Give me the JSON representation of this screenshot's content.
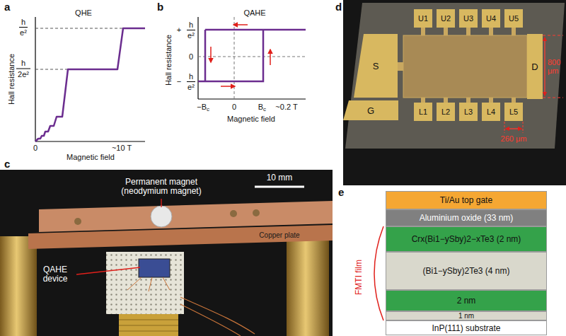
{
  "diagram": {
    "nodes": [
      {
        "text": [
          "U1"
        ]
      },
      {
        "text": [
          "U2"
        ]
      },
      {
        "text": [
          "U3"
        ]
      },
      {
        "text": [
          "U4"
        ]
      },
      {
        "text": [
          "U5"
        ]
      },
      {
        "text": [
          "S"
        ]
      },
      {
        "text": [
          "D"
        ]
      },
      {
        "text": [
          "G"
        ]
      },
      {
        "text": [
          "L1"
        ]
      },
      {
        "text": [
          "L2"
        ]
      },
      {
        "text": [
          "L3"
        ]
      },
      {
        "text": [
          "L4"
        ]
      },
      {
        "text": [
          "L5"
        ]
      },
      {
        "text": [
          "Ti/Au top gate"
        ]
      },
      {
        "text": [
          "Aluminium oxide (33 nm)"
        ]
      },
      {
        "text": [
          "Crx(Bi1−ySby)2−xTe3 (2 nm)"
        ]
      },
      {
        "text": [
          "(Bi1−ySby)2Te3 (4 nm)"
        ]
      },
      {
        "text": [
          "2 nm"
        ]
      },
      {
        "text": [
          "1 nm"
        ]
      },
      {
        "text": [
          "InP(111) substrate"
        ]
      }
    ],
    "labels": [
      "a",
      "QHE",
      "Hall resistance",
      "h",
      "e²",
      "h",
      "2e²",
      "0",
      "~10 T",
      "Magnetic field",
      "b",
      "QAHE",
      "Hall resistance",
      "+",
      "h",
      "e²",
      "0",
      "−",
      "h",
      "e²",
      "−B",
      "c",
      "0",
      "B",
      "c",
      "~0.2 T",
      "Magnetic field",
      "d",
      "800 μm",
      "260 μm",
      "c",
      "10 mm",
      "Permanent magnet (neodymium magnet)",
      "Copper plate",
      "QAHE device",
      "e",
      "FMTI film"
    ]
  }
}
